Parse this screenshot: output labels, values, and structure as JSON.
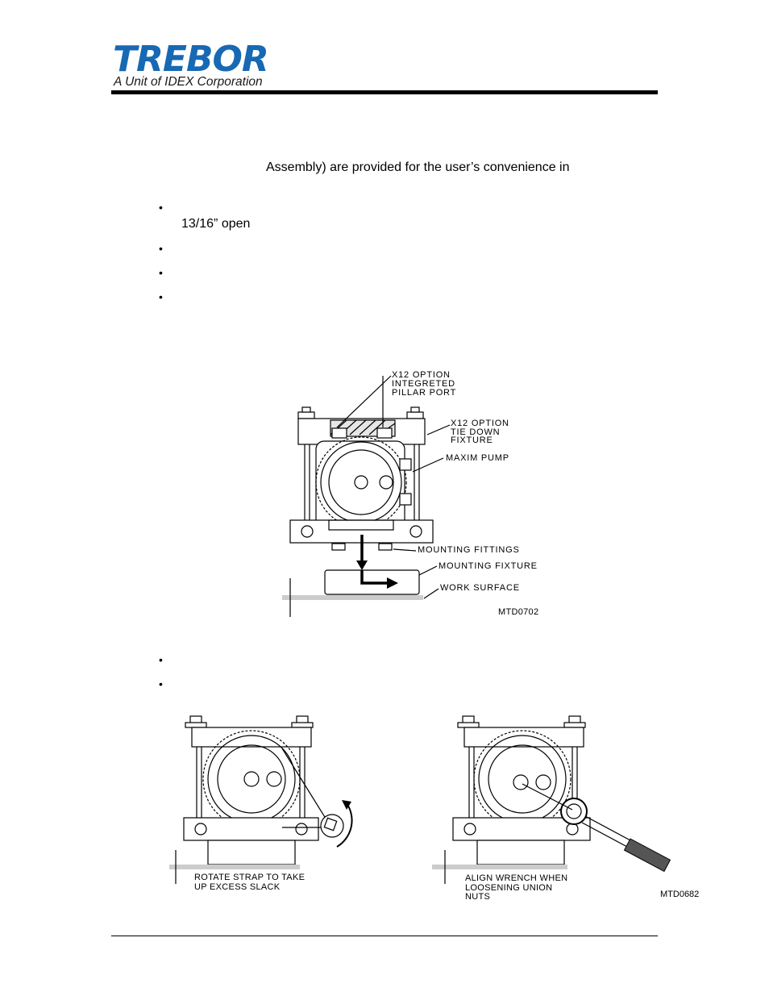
{
  "header": {
    "logo_text": "TREBOR",
    "logo_subtitle": "A Unit of IDEX Corporation",
    "logo_color": "#1769b3"
  },
  "body": {
    "intro_line": "Assembly) are provided for the user’s convenience in",
    "bullet_1_continuation": "13/16” open",
    "bullet_glyph": "•"
  },
  "figure1": {
    "labels": {
      "pillar_port": [
        "X12  OPTION",
        "INTEGRETED",
        "PILLAR  PORT"
      ],
      "tie_down": [
        "X12  OPTION",
        "TIE  DOWN",
        "FIXTURE"
      ],
      "pump": "MAXIM  PUMP",
      "mounting_fittings": "MOUNTING  FITTINGS",
      "mounting_fixture": "MOUNTING  FIXTURE",
      "work_surface": "WORK  SURFACE",
      "drawing_id": "MTD0702"
    }
  },
  "figure2": {
    "left_caption": [
      "ROTATE STRAP TO TAKE",
      "UP EXCESS SLACK"
    ],
    "right_caption": [
      "ALIGN WRENCH WHEN",
      "LOOSENING UNION",
      "NUTS"
    ],
    "drawing_id": "MTD0682"
  }
}
